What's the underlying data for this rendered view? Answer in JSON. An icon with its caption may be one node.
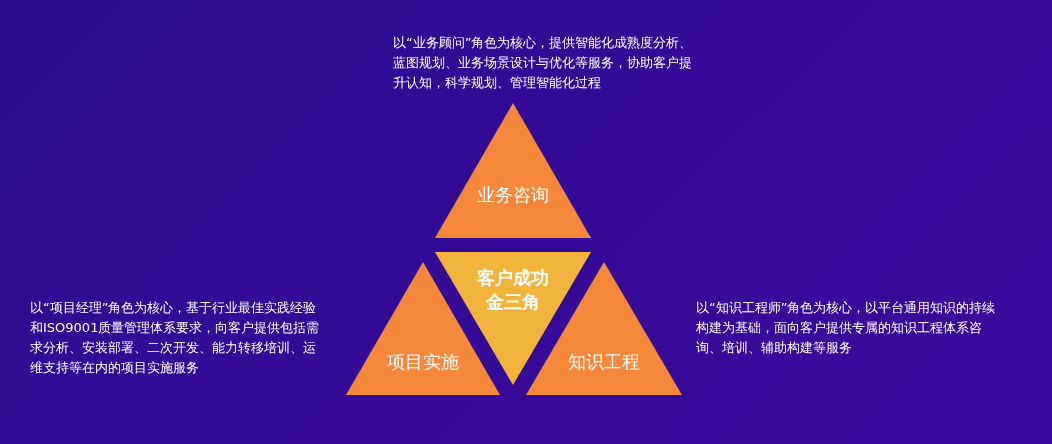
{
  "diagram": {
    "nodes": [
      {
        "text": [
          "业务咨询"
        ],
        "beside": [
          "以“业务顾问”角色为核心，提供智能化成熟度分析、蓝图规划、业务场景设计与优化等服务，协助客户提升认知，科学规划、管理智能化过程"
        ]
      },
      {
        "text": [
          "客户成功金三角"
        ]
      },
      {
        "text": [
          "项目实施"
        ],
        "beside": [
          "以“项目经理”角色为核心，基于行业最佳实践经验和ISO9001质量管理体系要求，向客户提供包括需求分析、安装部署、二次开发、能力转移培训、运维支持等在内的项目实施服务"
        ]
      },
      {
        "text": [
          "知识工程"
        ],
        "beside": [
          "以“知识工程师”角色为核心，以平台通用知识的持续构建为基础，面向客户提供专属的知识工程体系咨询、培训、辅助构建等服务"
        ]
      }
    ],
    "edges": []
  }
}
